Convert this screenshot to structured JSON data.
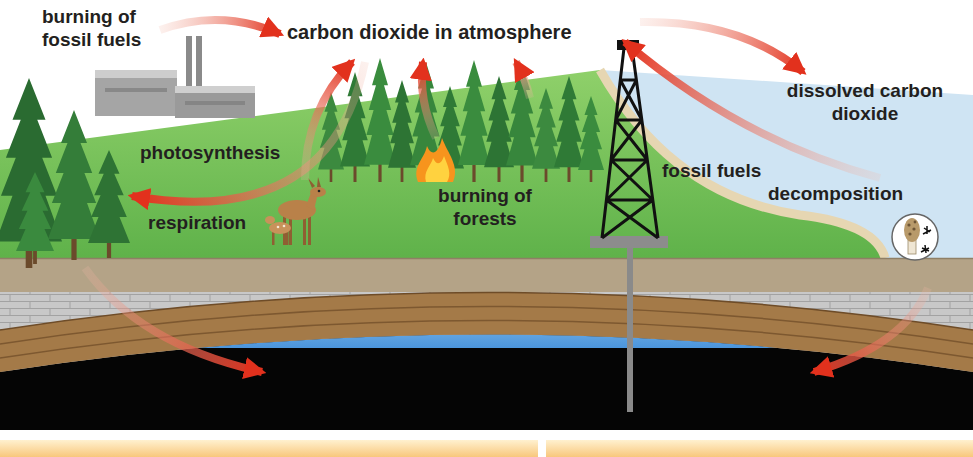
{
  "diagram": {
    "labels": [
      "burning of fossil fuels",
      "carbon dioxide in atmosphere",
      "dissolved carbon dioxide",
      "photosynthesis",
      "fossil fuels",
      "decomposition",
      "respiration",
      "burning of forests"
    ]
  }
}
